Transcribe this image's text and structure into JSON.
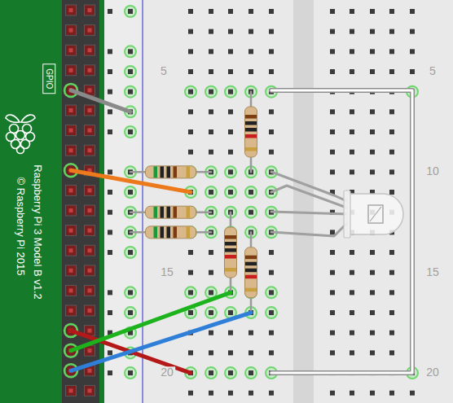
{
  "diagram": {
    "nodes": [
      {
        "text": [
          "Raspberry Pi 3 Model B v1.2",
          "© Raspberry Pi 2015"
        ]
      },
      {
        "text": [
          "GPIO"
        ],
        "in": 0
      }
    ],
    "labels": [
      "5",
      "15",
      "20",
      "5",
      "10",
      "15",
      "20"
    ]
  }
}
